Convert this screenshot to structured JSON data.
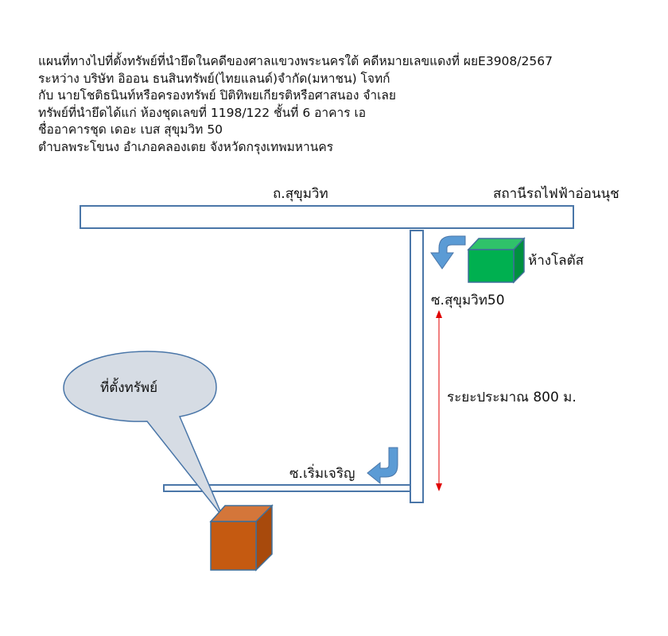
{
  "header": {
    "lines": [
      "แผนที่ทางไปที่ตั้งทรัพย์ที่นำยึดในคดีของศาลแขวงพระนครใต้ คดีหมายเลขแดงที่ ผยE3908/2567",
      "ระหว่าง บริษัท อิออน ธนสินทรัพย์(ไทยแลนด์)จำกัด(มหาชน) โจทก์",
      "กับ นายโชติธนินท์หรือครองทรัพย์  ปิติทิพยเกียรติหรือศาสนอง จำเลย",
      "ทรัพย์ที่นำยึดได้แก่ ห้องชุดเลขที่ 1198/122 ชั้นที่ 6 อาคาร เอ",
      "ชื่ออาคารชุด เดอะ เบส สุขุมวิท 50",
      "ตำบลพระโขนง อำเภอคลองเตย จังหวัดกรุงเทพมหานคร"
    ]
  },
  "map": {
    "main_road": "ถ.สุขุมวิท",
    "bts_station": "สถานีรถไฟฟ้าอ่อนนุช",
    "landmark": "ห้างโลตัส",
    "soi_main": "ซ.สุขุมวิท50",
    "distance": "ระยะประมาณ 800 ม.",
    "soi_branch": "ซ.เริ่มเจริญ",
    "property_callout": "ที่ตั้งทรัพย์"
  },
  "colors": {
    "road_stroke": "#4a76a8",
    "arrow_blue": "#5b9bd5",
    "landmark_green": "#00b050",
    "property_orange": "#c55a11",
    "callout_fill": "#d6dce4",
    "distance_red": "#e00000"
  }
}
